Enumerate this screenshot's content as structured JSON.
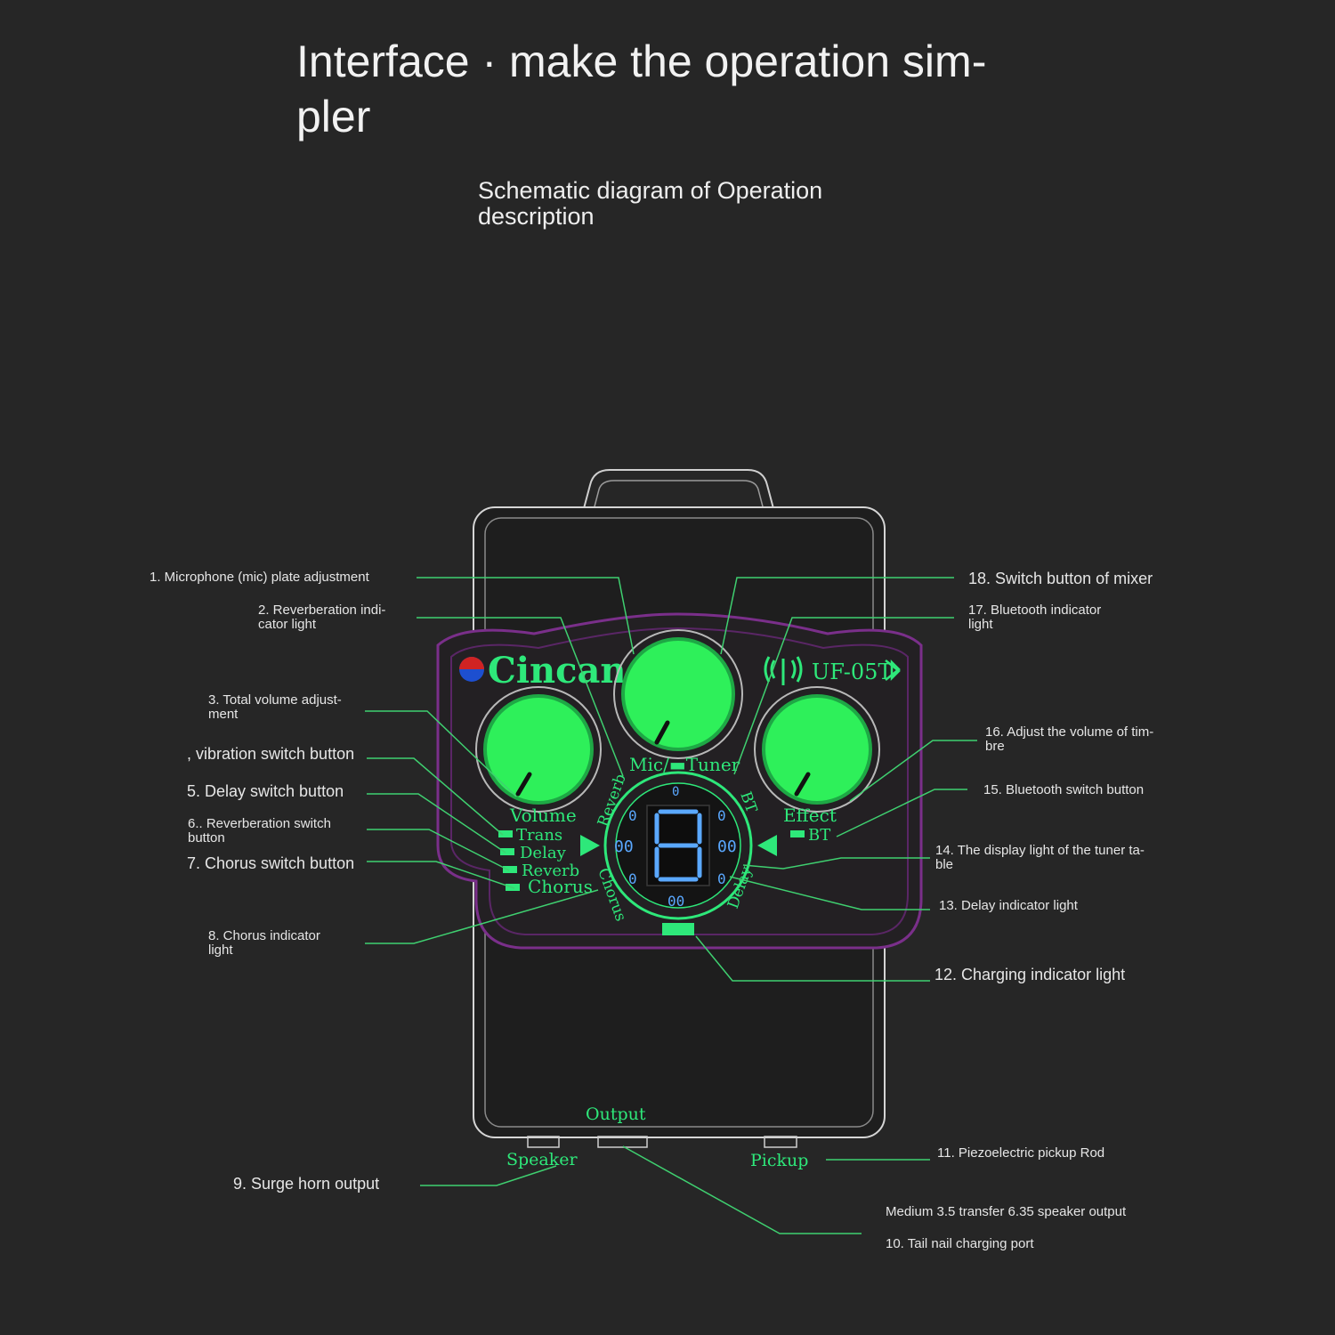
{
  "title": "Interface · make the operation sim-\npler",
  "subtitle": "Schematic diagram of Operation\ndescription",
  "device": {
    "brand": "Cincan",
    "model": "UF-05T",
    "knobs": {
      "volume": "Volume",
      "mic_tuner": "Mic/▬Tuner",
      "effect": "Effect"
    },
    "buttons": {
      "trans": "Trans",
      "delay": "Delay",
      "reverb": "Reverb",
      "chorus": "Chorus",
      "bt": "BT"
    },
    "ring_labels": {
      "reverb": "Reverb",
      "bt": "BT",
      "chorus": "Chorus",
      "delay": "Delay"
    },
    "display_digits": {
      "top": "0",
      "left_double": "00",
      "right_double": "00",
      "bottom": "00",
      "zero": "0"
    },
    "ports": {
      "output": "Output",
      "speaker": "Speaker",
      "pickup": "Pickup"
    }
  },
  "labels": {
    "l1": "1. Microphone (mic) plate adjustment",
    "l2": "2. Reverberation indi-\ncator light",
    "l3": "3. Total volume adjust-\nment",
    "l4": ", vibration switch button",
    "l5": "5. Delay switch button",
    "l6": "6.. Reverberation switch\nbutton",
    "l7": "7. Chorus switch button",
    "l8": "8. Chorus indicator\nlight",
    "l9": "9. Surge horn output",
    "l10a": "Medium 3.5 transfer 6.35 speaker output",
    "l10b": "10. Tail nail charging port",
    "l11": "11. Piezoelectric pickup Rod",
    "l12": "12. Charging indicator light",
    "l13": "13. Delay indicator light",
    "l14": "14. The display light of the tuner ta-\nble",
    "l15": "15. Bluetooth switch button",
    "l16": "16. Adjust the volume of tim-\nbre",
    "l17": "17. Bluetooth indicator\nlight",
    "l18": "18. Switch button of mixer"
  },
  "colors": {
    "accent": "#2ee87a",
    "outline": "#cfcfcf",
    "panel": "#7a2f8a",
    "seg": "#5aa8ff",
    "leader": "#3fd070"
  }
}
